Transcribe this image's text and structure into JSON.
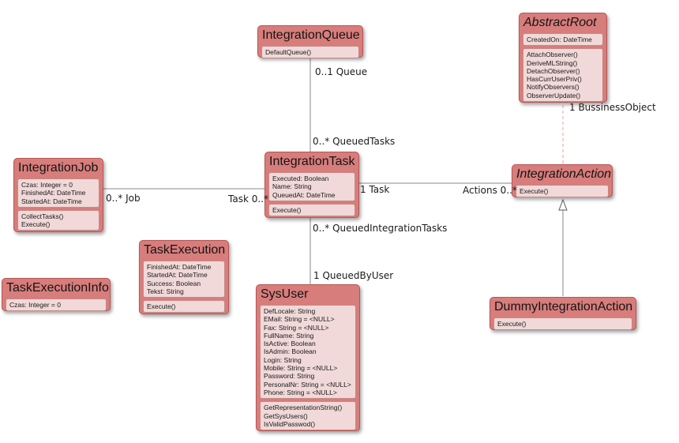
{
  "classes": {
    "integration_queue": {
      "name": "IntegrationQueue",
      "methods": [
        "DefaultQueue()"
      ]
    },
    "abstract_root": {
      "name": "AbstractRoot",
      "attributes": [
        "CreatedOn: DateTime"
      ],
      "methods": [
        "AttachObserver()",
        "DeriveMLString()",
        "DetachObserver()",
        "HasCurrUserPriv()",
        "NotifyObservers()",
        "ObserverUpdate()"
      ]
    },
    "integration_job": {
      "name": "IntegrationJob",
      "attributes": [
        "Czas: Integer = 0",
        "FinishedAt: DateTime",
        "StartedAt: DateTime"
      ],
      "methods": [
        "CollectTasks()",
        "Execute()"
      ]
    },
    "integration_task": {
      "name": "IntegrationTask",
      "attributes": [
        "Executed: Boolean",
        "Name: String",
        "QueuedAt: DateTime"
      ],
      "methods": [
        "Execute()"
      ]
    },
    "integration_action": {
      "name": "IntegrationAction",
      "methods": [
        "Execute()"
      ]
    },
    "task_execution": {
      "name": "TaskExecution",
      "attributes": [
        "FinishedAt: DateTime",
        "StartedAt: DateTime",
        "Success: Boolean",
        "Tekst: String"
      ],
      "methods": [
        "Execute()"
      ]
    },
    "task_execution_info": {
      "name": "TaskExecutionInfo",
      "attributes": [
        "Czas: Integer = 0"
      ]
    },
    "sys_user": {
      "name": "SysUser",
      "attributes": [
        "DefLocale: String",
        "EMail: String = <NULL>",
        "Fax: String = <NULL>",
        "FullName: String",
        "IsActive: Boolean",
        "IsAdmin: Boolean",
        "Login: String",
        "Mobile: String = <NULL>",
        "Password: String",
        "PersonalNr: String = <NULL>",
        "Phone: String = <NULL>"
      ],
      "methods": [
        "GetRepresentationString()",
        "GetSysUsers()",
        "IsValidPasswod()"
      ]
    },
    "dummy_integration_action": {
      "name": "DummyIntegrationAction",
      "methods": [
        "Execute()"
      ]
    }
  },
  "associations": {
    "queue_multiplicity": "0..1 Queue",
    "queued_tasks_multiplicity": "0..* QueuedTasks",
    "job_multiplicity": "0..* Job",
    "task_multiplicity_left": "Task 0..*",
    "task_multiplicity_right": "1 Task",
    "actions_multiplicity": "Actions 0..*",
    "business_object": "1 BussinessObject",
    "queued_integration_tasks": "0..* QueuedIntegrationTasks",
    "queued_by_user": "1 QueuedByUser"
  },
  "colors": {
    "class_fill": "#d77d7b",
    "section_fill": "#f0d9d8",
    "line": "#8a8a8a",
    "dependency_line": "#e8a0a0"
  }
}
